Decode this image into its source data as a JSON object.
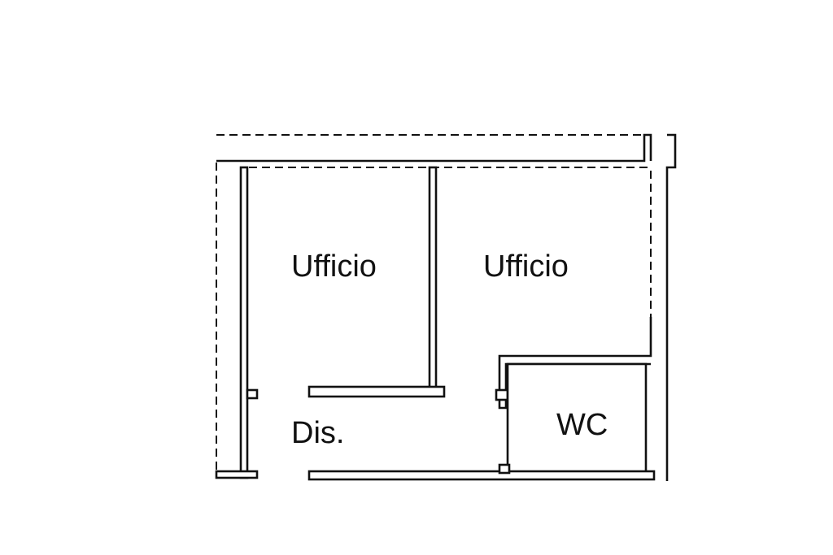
{
  "rooms": {
    "office_left": "Ufficio",
    "office_right": "Ufficio",
    "corridor": "Dis.",
    "bathroom": "WC"
  }
}
